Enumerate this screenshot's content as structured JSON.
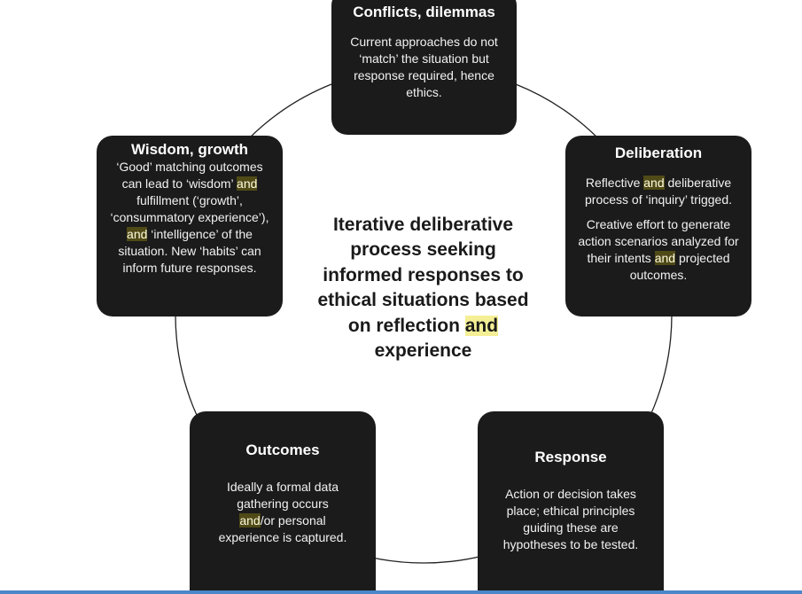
{
  "center_text": {
    "before": "Iterative deliberative process seeking informed responses to ethical situations based on reflection",
    "highlight": "and",
    "after": "experience"
  },
  "boxes": {
    "conflicts": {
      "title": "Conflicts, dilemmas",
      "body": "Current approaches do not ‘match’ the situation but response required, hence ethics."
    },
    "deliberation": {
      "title": "Deliberation",
      "p1_a": "Reflective",
      "p1_hl": "and",
      "p1_b": "deliberative process of ‘inquiry’ trigged.",
      "p2_a": "Creative effort to generate action scenarios analyzed for their intents",
      "p2_hl": "and",
      "p2_b": "projected outcomes."
    },
    "response": {
      "title": "Response",
      "body": "Action or decision takes place; ethical principles guiding these are hypotheses to be tested."
    },
    "outcomes": {
      "title": "Outcomes",
      "a": "Ideally a formal data gathering occurs",
      "hl": "and",
      "b": "/or personal experience is captured."
    },
    "wisdom": {
      "title": "Wisdom, growth",
      "a": "‘Good’ matching outcomes can lead to ‘wisdom’",
      "hl1": "and",
      "b": "fulfillment (‘growth’, ‘consummatory experience’),",
      "hl2": "and",
      "c": "‘intelligence’ of the situation. New ‘habits’ can inform future responses."
    }
  },
  "colors": {
    "box_fill": "#1b1b1b",
    "highlight_dark": "#4f4a16",
    "highlight_center": "#f4ef95",
    "ring_stroke": "#222222"
  }
}
